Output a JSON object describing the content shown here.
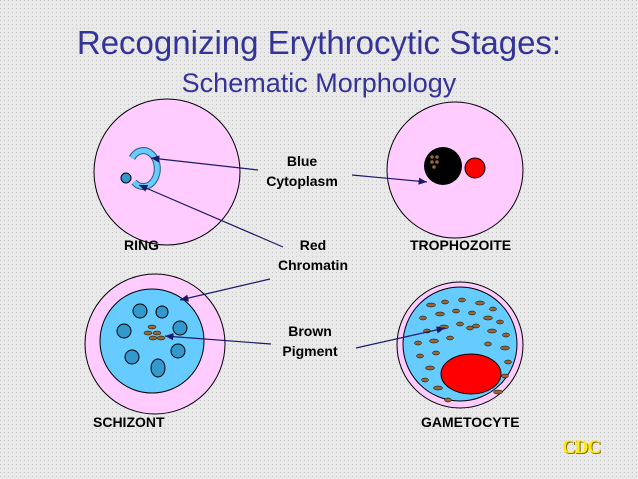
{
  "title": "Recognizing Erythrocytic Stages:",
  "subtitle": "Schematic Morphology",
  "stages": {
    "ring": "RING",
    "trophozoite": "TROPHOZOITE",
    "schizont": "SCHIZONT",
    "gametocyte": "GAMETOCYTE"
  },
  "labels": {
    "blue_1": "Blue",
    "blue_2": "Cytoplasm",
    "red_1": "Red",
    "red_2": "Chromatin",
    "brown_1": "Brown",
    "brown_2": "Pigment"
  },
  "logo": "CDC",
  "colors": {
    "background": "#e9e9e9",
    "title": "#333399",
    "red_cell": "#ffccff",
    "cytoplasm": "#3399cc",
    "parasite_blue": "#66ccff",
    "chromatin": "#ff0000",
    "pigment": "#996633",
    "logo": "#ffee00"
  }
}
